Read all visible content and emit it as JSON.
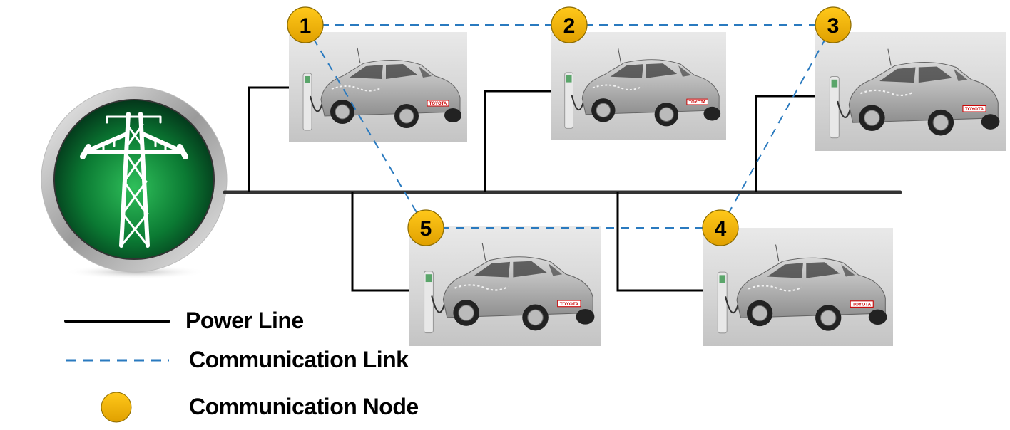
{
  "diagram": {
    "source": {
      "icon": "power-transmission-tower-icon",
      "ring_color": "#c0c0c0",
      "fill_color": "#0a8a3a"
    },
    "nodes": [
      {
        "id": "1",
        "label": "1"
      },
      {
        "id": "2",
        "label": "2"
      },
      {
        "id": "3",
        "label": "3"
      },
      {
        "id": "4",
        "label": "4"
      },
      {
        "id": "5",
        "label": "5"
      }
    ],
    "communication_links": [
      [
        "1",
        "2"
      ],
      [
        "2",
        "3"
      ],
      [
        "1",
        "5"
      ],
      [
        "5",
        "4"
      ],
      [
        "4",
        "3"
      ]
    ],
    "power_connections": [
      "1",
      "2",
      "3",
      "4",
      "5"
    ],
    "vehicle_badge": "TOYOTA",
    "colors": {
      "power_line": "#333333",
      "communication_link": "#2a7abf",
      "node": "#f2b705",
      "node_border": "#8a6a00"
    }
  },
  "legend": {
    "power_line": "Power Line",
    "communication_link": "Communication Link",
    "communication_node": "Communication Node"
  }
}
